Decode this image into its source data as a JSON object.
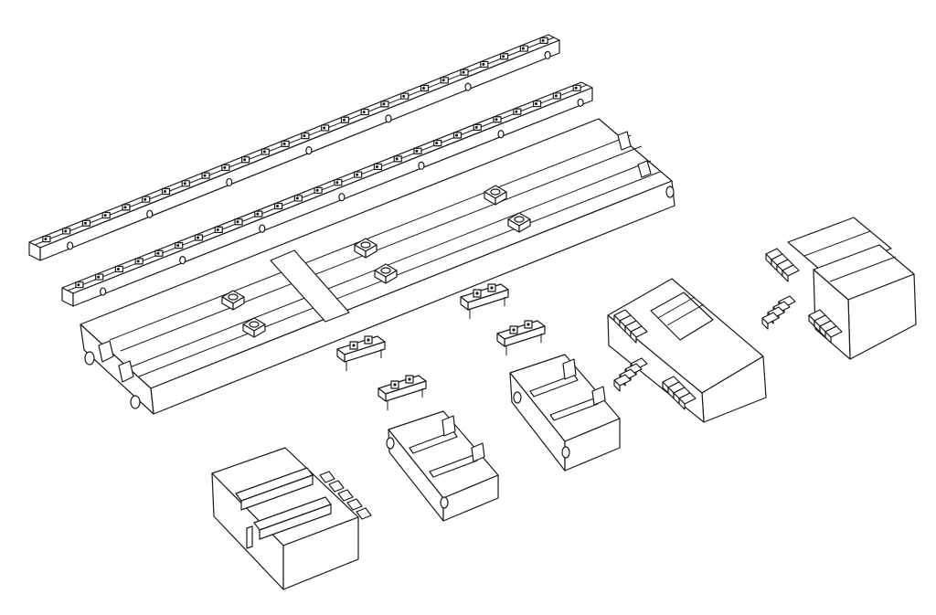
{
  "drawing": {
    "style": "isometric line drawing",
    "colors": {
      "stroke": "#1a1a1a",
      "background": "#ffffff"
    },
    "parts": [
      "rail-top",
      "rail-bottom",
      "base-plate",
      "clamp-small-1",
      "clamp-small-2",
      "clamp-small-3",
      "clamp-small-4",
      "vise-jaw-block-left",
      "vise-jaw-block-mid-1",
      "vise-jaw-block-mid-2",
      "stepped-block-center",
      "stepped-block-right"
    ]
  }
}
